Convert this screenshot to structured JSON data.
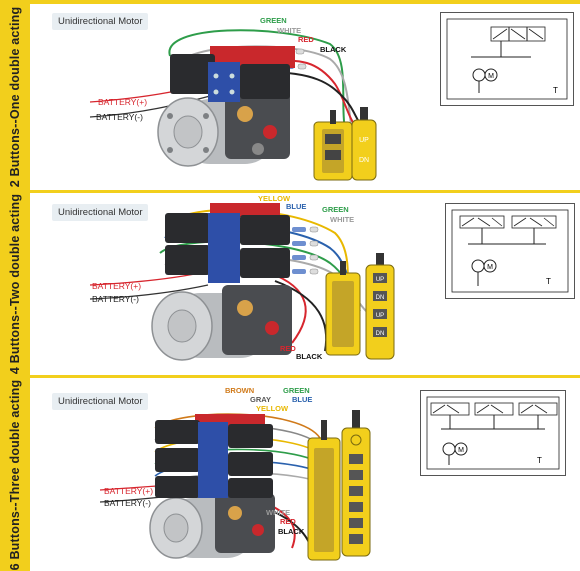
{
  "colors": {
    "accent_yellow": "#f2cf1c",
    "badge_bg": "#e8eef2",
    "battery_label": "#d7262e",
    "green_label": "#2e9d4a",
    "red_label": "#d7262e",
    "yellow_label": "#e8b800",
    "blue_label": "#2a61ad",
    "white_label": "#9b9b9b",
    "gray_label": "#555555",
    "brown_label": "#d07a1a",
    "black_label": "#111111",
    "valve_red": "#c9282c",
    "valve_blue": "#2e4fa8",
    "motor_gray": "#c5c7c9",
    "pendant_yellow": "#f2cf1c"
  },
  "rows": [
    {
      "side_label": "2 Buttons--One double acting",
      "badge": "Unidirectional Motor",
      "battery_pos": "BATTERY(+)",
      "battery_neg": "BATTERY(-)",
      "wires": [
        "GREEN",
        "WHITE",
        "RED",
        "BLACK"
      ],
      "buttons": [
        "UP",
        "DN"
      ],
      "motor_symbol": "M",
      "schematic_label": "T"
    },
    {
      "side_label": "4 Buttons--Two double acting",
      "badge": "Unidirectional Motor",
      "battery_pos": "BATTERY(+)",
      "battery_neg": "BATTERY(-)",
      "wires": [
        "YELLOW",
        "BLUE",
        "GREEN",
        "WHITE",
        "RED",
        "BLACK"
      ],
      "buttons": [
        "UP",
        "DN",
        "UP",
        "DN"
      ],
      "motor_symbol": "M",
      "schematic_label": "T"
    },
    {
      "side_label": "6 Buttons--Three double acting",
      "badge": "Unidirectional Motor",
      "battery_pos": "BATTERY(+)",
      "battery_neg": "BATTERY(-)",
      "wires": [
        "BROWN",
        "GRAY",
        "YELLOW",
        "GREEN",
        "BLUE",
        "WHITE",
        "RED",
        "BLACK"
      ],
      "buttons": [
        "",
        "",
        "",
        "",
        "",
        ""
      ],
      "motor_symbol": "M",
      "schematic_label": "T"
    }
  ]
}
